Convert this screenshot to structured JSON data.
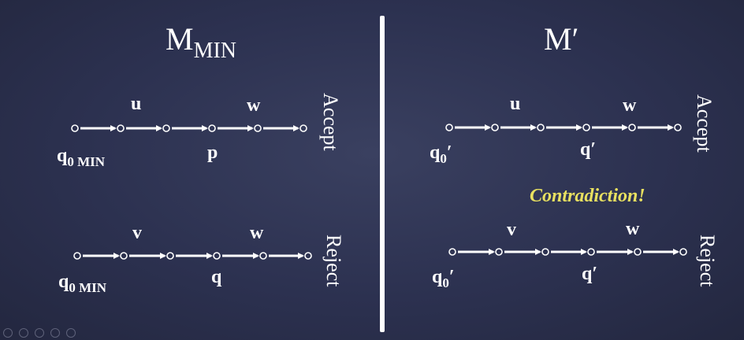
{
  "left_panel": {
    "title_main": "M",
    "title_sub": "MIN",
    "accept_row": {
      "label_first": "u",
      "label_second": "w",
      "start_main": "q",
      "start_sub": "0 MIN",
      "mid_state": "p",
      "outcome": "Accept"
    },
    "reject_row": {
      "label_first": "v",
      "label_second": "w",
      "start_main": "q",
      "start_sub": "0 MIN",
      "mid_state": "q",
      "outcome": "Reject"
    }
  },
  "right_panel": {
    "title": "M′",
    "accept_row": {
      "label_first": "u",
      "label_second": "w",
      "start_main": "q",
      "start_sub": "0",
      "start_prime": "′",
      "mid_state": "q′",
      "outcome": "Accept"
    },
    "reject_row": {
      "label_first": "v",
      "label_second": "w",
      "start_main": "q",
      "start_sub": "0",
      "start_prime": "′",
      "mid_state": "q′",
      "outcome": "Reject"
    },
    "annotation": "Contradiction!"
  },
  "colors": {
    "background": "#2c3150",
    "foreground": "#ffffff",
    "annotation": "#e8e060"
  },
  "toolbar_icons": [
    "edit-icon",
    "slide-icon",
    "zoom-icon",
    "menu-icon",
    "more-icon"
  ]
}
